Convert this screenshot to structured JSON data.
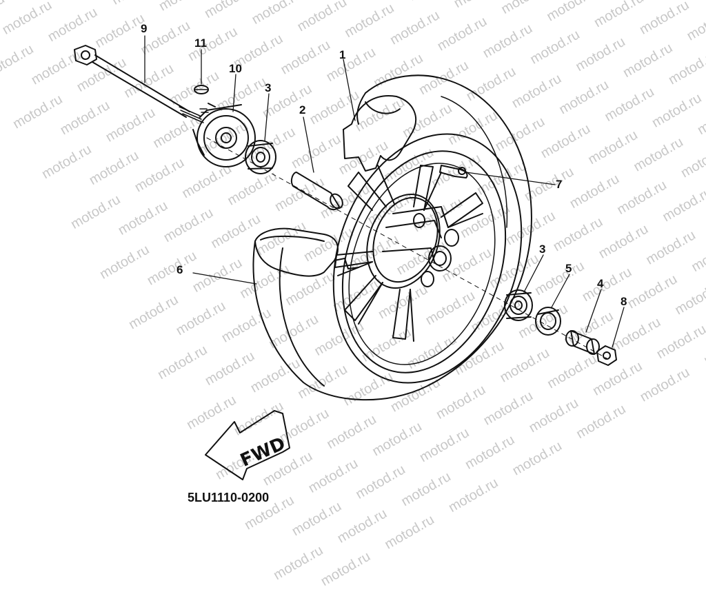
{
  "watermark": {
    "text": "motod.ru",
    "color": "#c8c8c8"
  },
  "diagram": {
    "part_code": "5LU1110-0200",
    "fwd_label": "FWD",
    "callouts": [
      {
        "id": "c1",
        "label": "1"
      },
      {
        "id": "c2",
        "label": "2"
      },
      {
        "id": "c3a",
        "label": "3"
      },
      {
        "id": "c3b",
        "label": "3"
      },
      {
        "id": "c4",
        "label": "4"
      },
      {
        "id": "c5",
        "label": "5"
      },
      {
        "id": "c6",
        "label": "6"
      },
      {
        "id": "c7",
        "label": "7"
      },
      {
        "id": "c8",
        "label": "8"
      },
      {
        "id": "c9",
        "label": "9"
      },
      {
        "id": "c10",
        "label": "10"
      },
      {
        "id": "c11",
        "label": "11"
      }
    ],
    "parts": {
      "1": "wheel-rim",
      "2": "spacer",
      "3": "bearing",
      "4": "collar",
      "5": "oil-seal",
      "6": "tire",
      "7": "valve",
      "8": "nut",
      "9": "axle",
      "10": "speedometer-gear-unit",
      "11": "screw"
    }
  }
}
